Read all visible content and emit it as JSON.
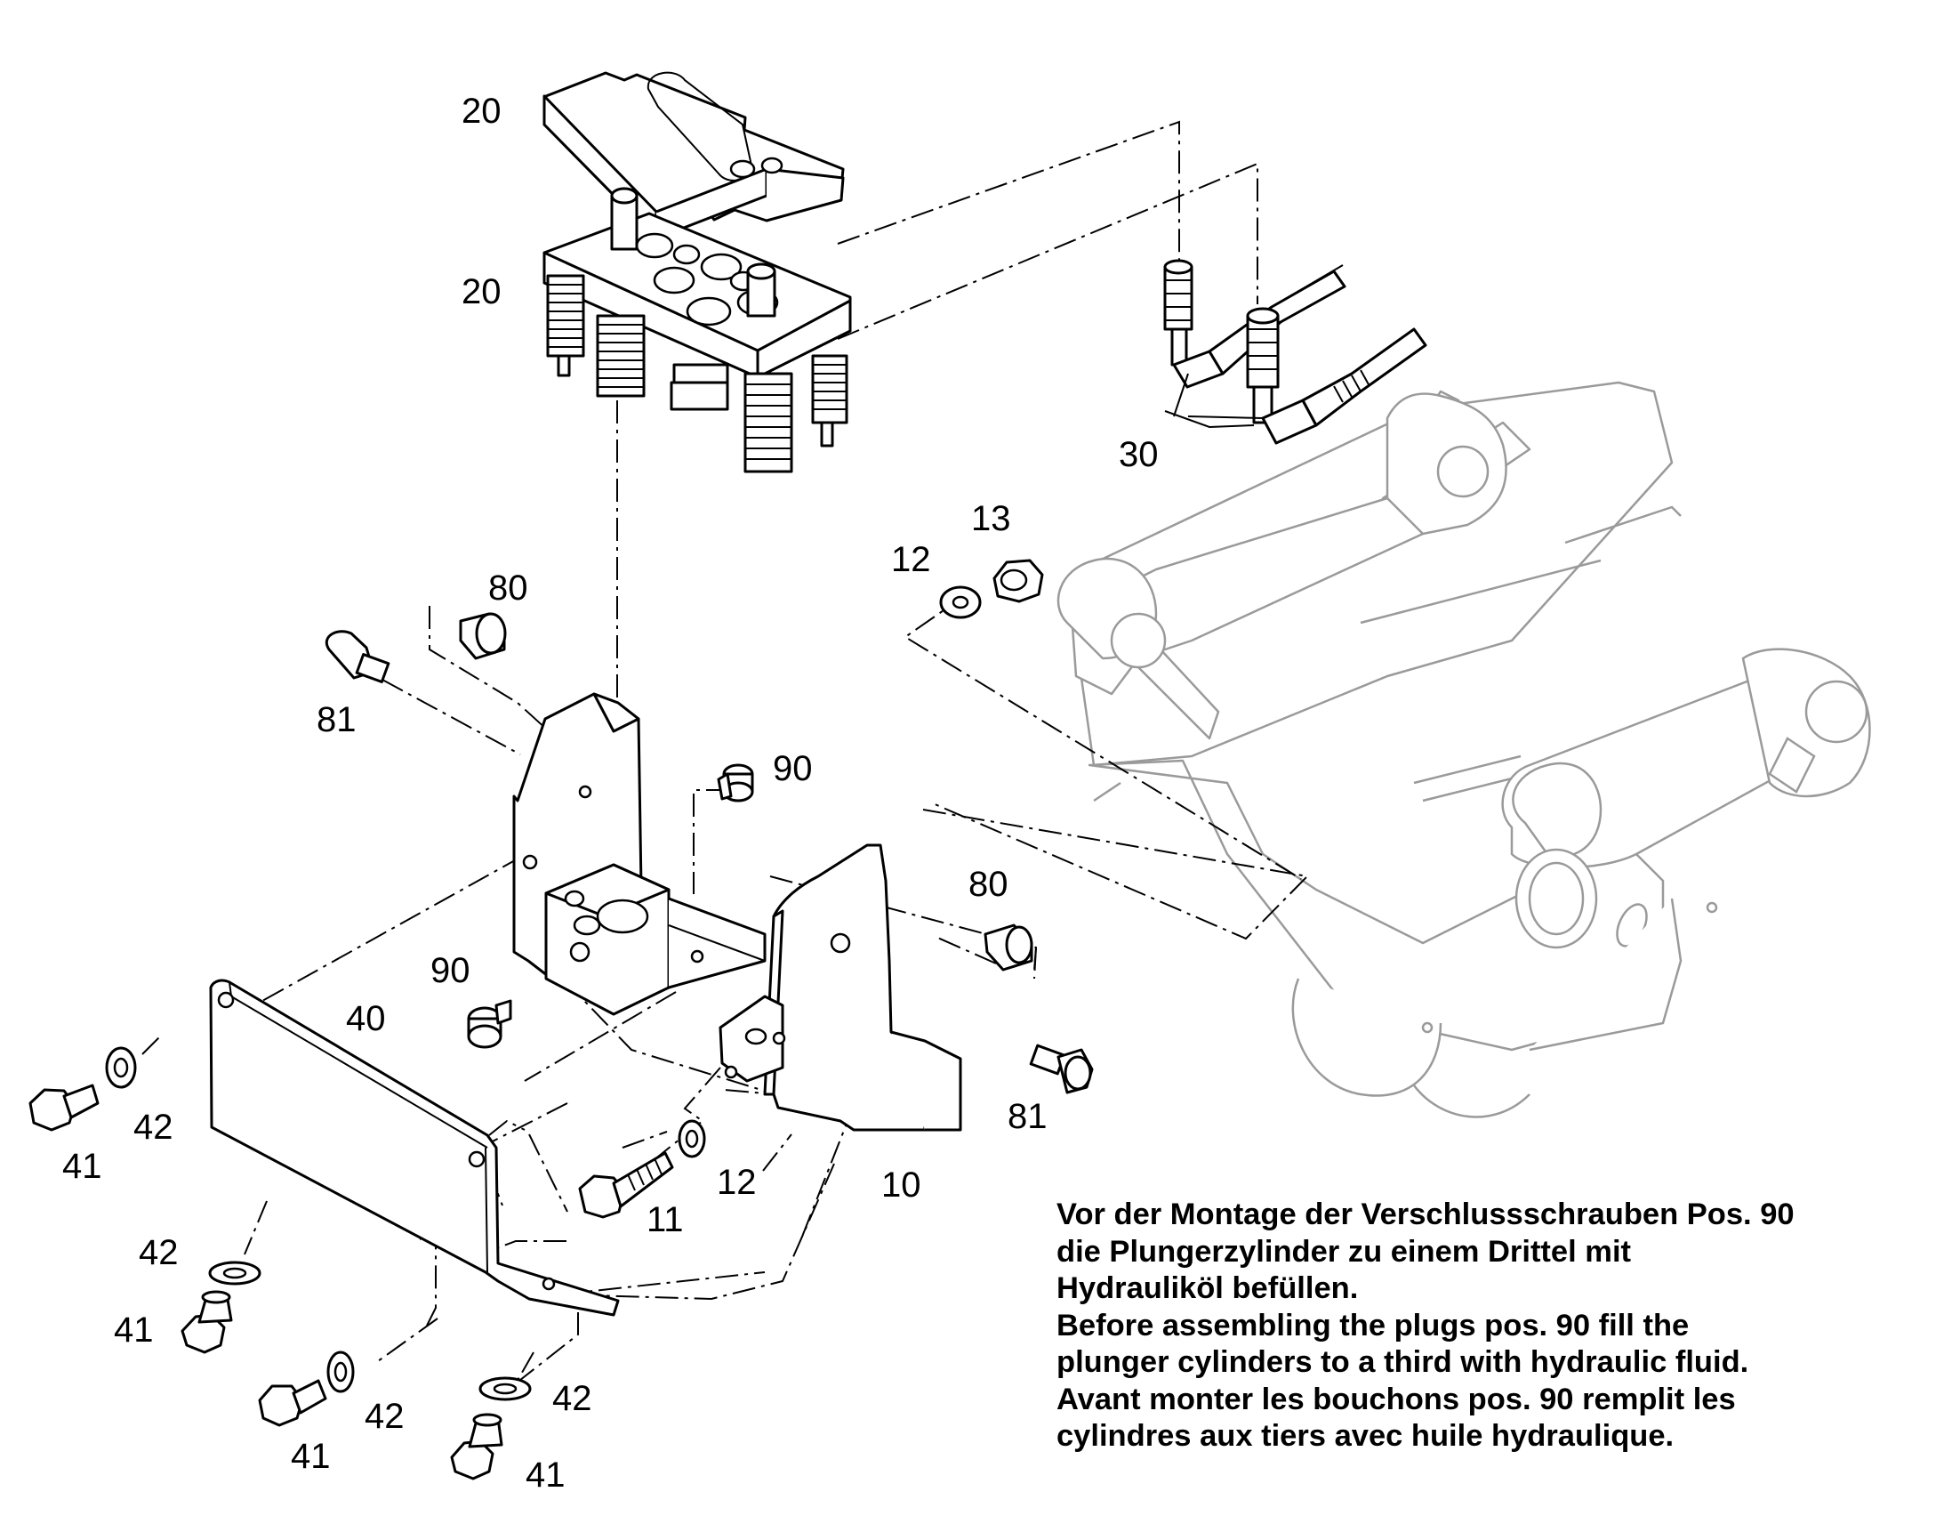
{
  "labels": {
    "top_plate_upper": "20",
    "top_plate_lower": "20",
    "hoses": "30",
    "washer_12_upper": "12",
    "nut_13": "13",
    "sleeve_80_left": "80",
    "screw_81_left": "81",
    "plug_90_upper": "90",
    "sleeve_80_right": "80",
    "plug_90_lower": "90",
    "plate_40": "40",
    "washer_42_left": "42",
    "bolt_41_left": "41",
    "screw_81_right": "81",
    "bolt_11": "11",
    "washer_12_lower": "12",
    "housing_10": "10",
    "washer_42_mid": "42",
    "bolt_41_mid": "41",
    "washer_42_low": "42",
    "bolt_41_low": "41",
    "washer_42_right": "42",
    "bolt_41_right": "41"
  },
  "note": {
    "de_line1": "Vor der Montage der Verschlussschrauben Pos. 90",
    "de_line2": "die Plungerzylinder zu einem Drittel mit",
    "de_line3": "Hydrauliköl befüllen.",
    "en_line1": "Before assembling the plugs pos. 90 fill the",
    "en_line2": "plunger cylinders to a third with hydraulic fluid.",
    "fr_line1": "Avant monter les bouchons pos. 90 remplit les",
    "fr_line2": "cylindres aux tiers avec huile hydraulique."
  }
}
